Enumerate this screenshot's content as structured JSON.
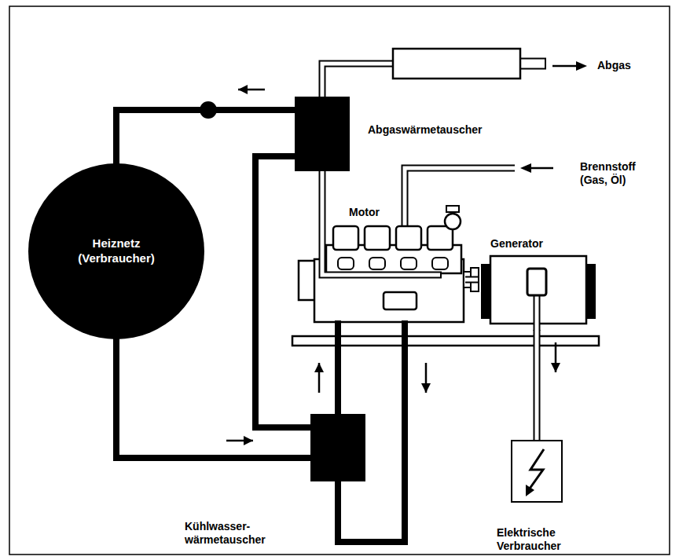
{
  "diagram": {
    "nodes": [
      {
        "text": [
          "Abgaswärmetauscher"
        ]
      },
      {
        "text": [
          "Heiznetz (Verbraucher)"
        ]
      },
      {
        "text": [
          "Motor"
        ]
      },
      {
        "text": [
          "Generator"
        ]
      },
      {
        "text": [
          "Kühlwasser- wärmetauscher"
        ]
      },
      {
        "text": [
          "Elektrische Verbraucher"
        ]
      }
    ],
    "edges": [
      {
        "from": 1,
        "to": 4,
        "arrow": "to"
      },
      {
        "from": 4,
        "to": 0,
        "arrow": "none"
      },
      {
        "from": 0,
        "to": 1,
        "arrow": "to"
      },
      {
        "from": 2,
        "to": 4,
        "arrow": "to"
      },
      {
        "from": 4,
        "to": 2,
        "arrow": "to"
      },
      {
        "from": 2,
        "to": 0,
        "arrow": "none"
      },
      {
        "from": 2,
        "to": 3,
        "arrow": "none"
      },
      {
        "from": 3,
        "to": 5,
        "arrow": "to"
      }
    ],
    "labels": [
      "Abgas",
      "Brennstoff (Gas, Öl)"
    ]
  }
}
